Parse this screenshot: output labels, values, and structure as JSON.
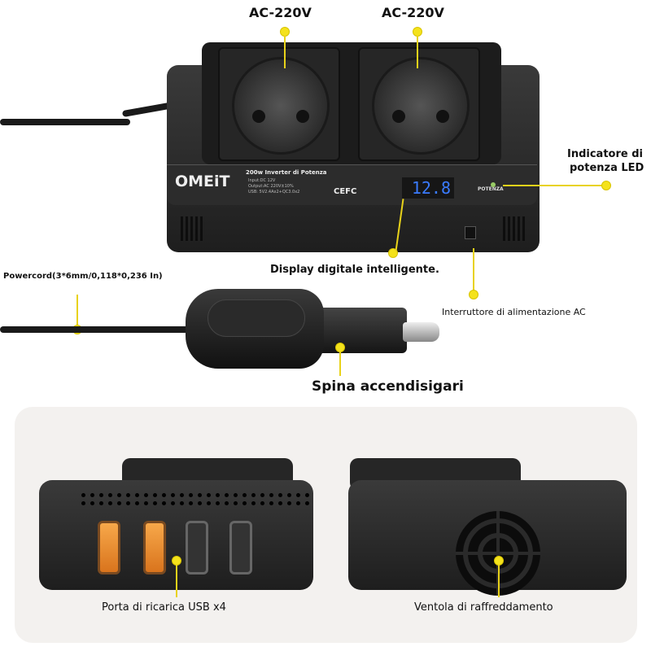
{
  "labels": {
    "ac_left": "AC-220V",
    "ac_right": "AC-220V",
    "led_indicator": [
      "Indicatore di",
      "potenza LED"
    ],
    "display": "Display digitale intelligente.",
    "power_switch": "Interruttore di alimentazione AC",
    "powercord": "Powercord(3*6mm/0,118*0,236 In)",
    "plug": "Spina accendisigari",
    "usb_ports": "Porta di ricarica USB x4",
    "fan": "Ventola di raffreddamento"
  },
  "device": {
    "brand": "OMEiT",
    "model": "200w Inverter di Potenza",
    "specs": [
      "Input:DC 12V",
      "Output:AC 220V±10%",
      "USB: 5V2.4Ax2+QC3.0x2"
    ],
    "cert": "CEFC",
    "display_value": "12.8",
    "led_label": "POTENZA"
  },
  "colors": {
    "accent": "#f4e21c",
    "display": "#3a7bff",
    "usb_qc": "#e8892f"
  }
}
